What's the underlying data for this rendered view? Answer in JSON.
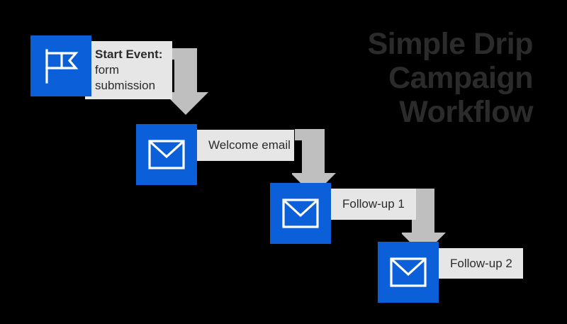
{
  "title": {
    "lines": [
      "Simple Drip",
      "Campaign",
      "Workflow"
    ],
    "color": "#2B2B2B"
  },
  "theme": {
    "background": "#000000",
    "node_blue": "#0B5FD9",
    "label_gray": "#E6E6E6",
    "arrow_gray": "#BFBFBF",
    "text_dark": "#2B2B2B",
    "icon_white": "#FFFFFF"
  },
  "flow": {
    "nodes": [
      {
        "id": "start-event",
        "icon": "flag-icon",
        "label_bold": "Start Event:",
        "label_line2": "form",
        "label_line3": "submission"
      },
      {
        "id": "welcome-email",
        "icon": "envelope-icon",
        "label": "Welcome email"
      },
      {
        "id": "follow-up-1",
        "icon": "envelope-icon",
        "label": "Follow-up 1"
      },
      {
        "id": "follow-up-2",
        "icon": "envelope-icon",
        "label": "Follow-up 2"
      }
    ],
    "connectors": [
      {
        "id": "connector-1",
        "from": "start-event",
        "to": "welcome-email",
        "shape": "elbow-down-arrow"
      },
      {
        "id": "connector-2",
        "from": "welcome-email",
        "to": "follow-up-1",
        "shape": "elbow-down-arrow"
      },
      {
        "id": "connector-3",
        "from": "follow-up-1",
        "to": "follow-up-2",
        "shape": "elbow-down-arrow"
      }
    ]
  }
}
